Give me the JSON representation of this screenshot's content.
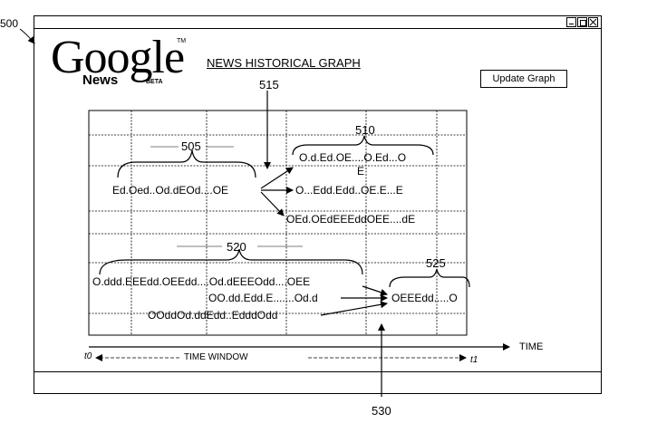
{
  "figure_ref": "500",
  "window": {
    "title": ""
  },
  "logo": {
    "word": "Google",
    "tm": "TM",
    "news": "News",
    "beta": "BETA"
  },
  "header": {
    "title": "NEWS HISTORICAL GRAPH",
    "update_button": "Update Graph"
  },
  "refs": {
    "r505": "505",
    "r510": "510",
    "r515": "515",
    "r520": "520",
    "r525": "525",
    "r530": "530"
  },
  "sequences": {
    "s505": "Ed.Oed..Od.dEOd....OE",
    "s510_line1": "O.d.Ed.OE....O.Ed...O",
    "s510_line2": "E",
    "s510_b": "O...Edd.Edd..OE.E...E",
    "s510_c": "OEd.OEdEEEddOEE....dE",
    "s520_a": "O.ddd.EEEdd.OEEdd....Od.dEEEOdd....OEE",
    "s520_b": "OO.dd.Edd.E.......Od.d",
    "s520_c": "OOddOd.ddEdd..EdddOdd",
    "s525": "OEEEdd.....O"
  },
  "axis": {
    "start": "t0",
    "end": "t1",
    "window_label": "TIME WINDOW",
    "x_label": "TIME"
  }
}
